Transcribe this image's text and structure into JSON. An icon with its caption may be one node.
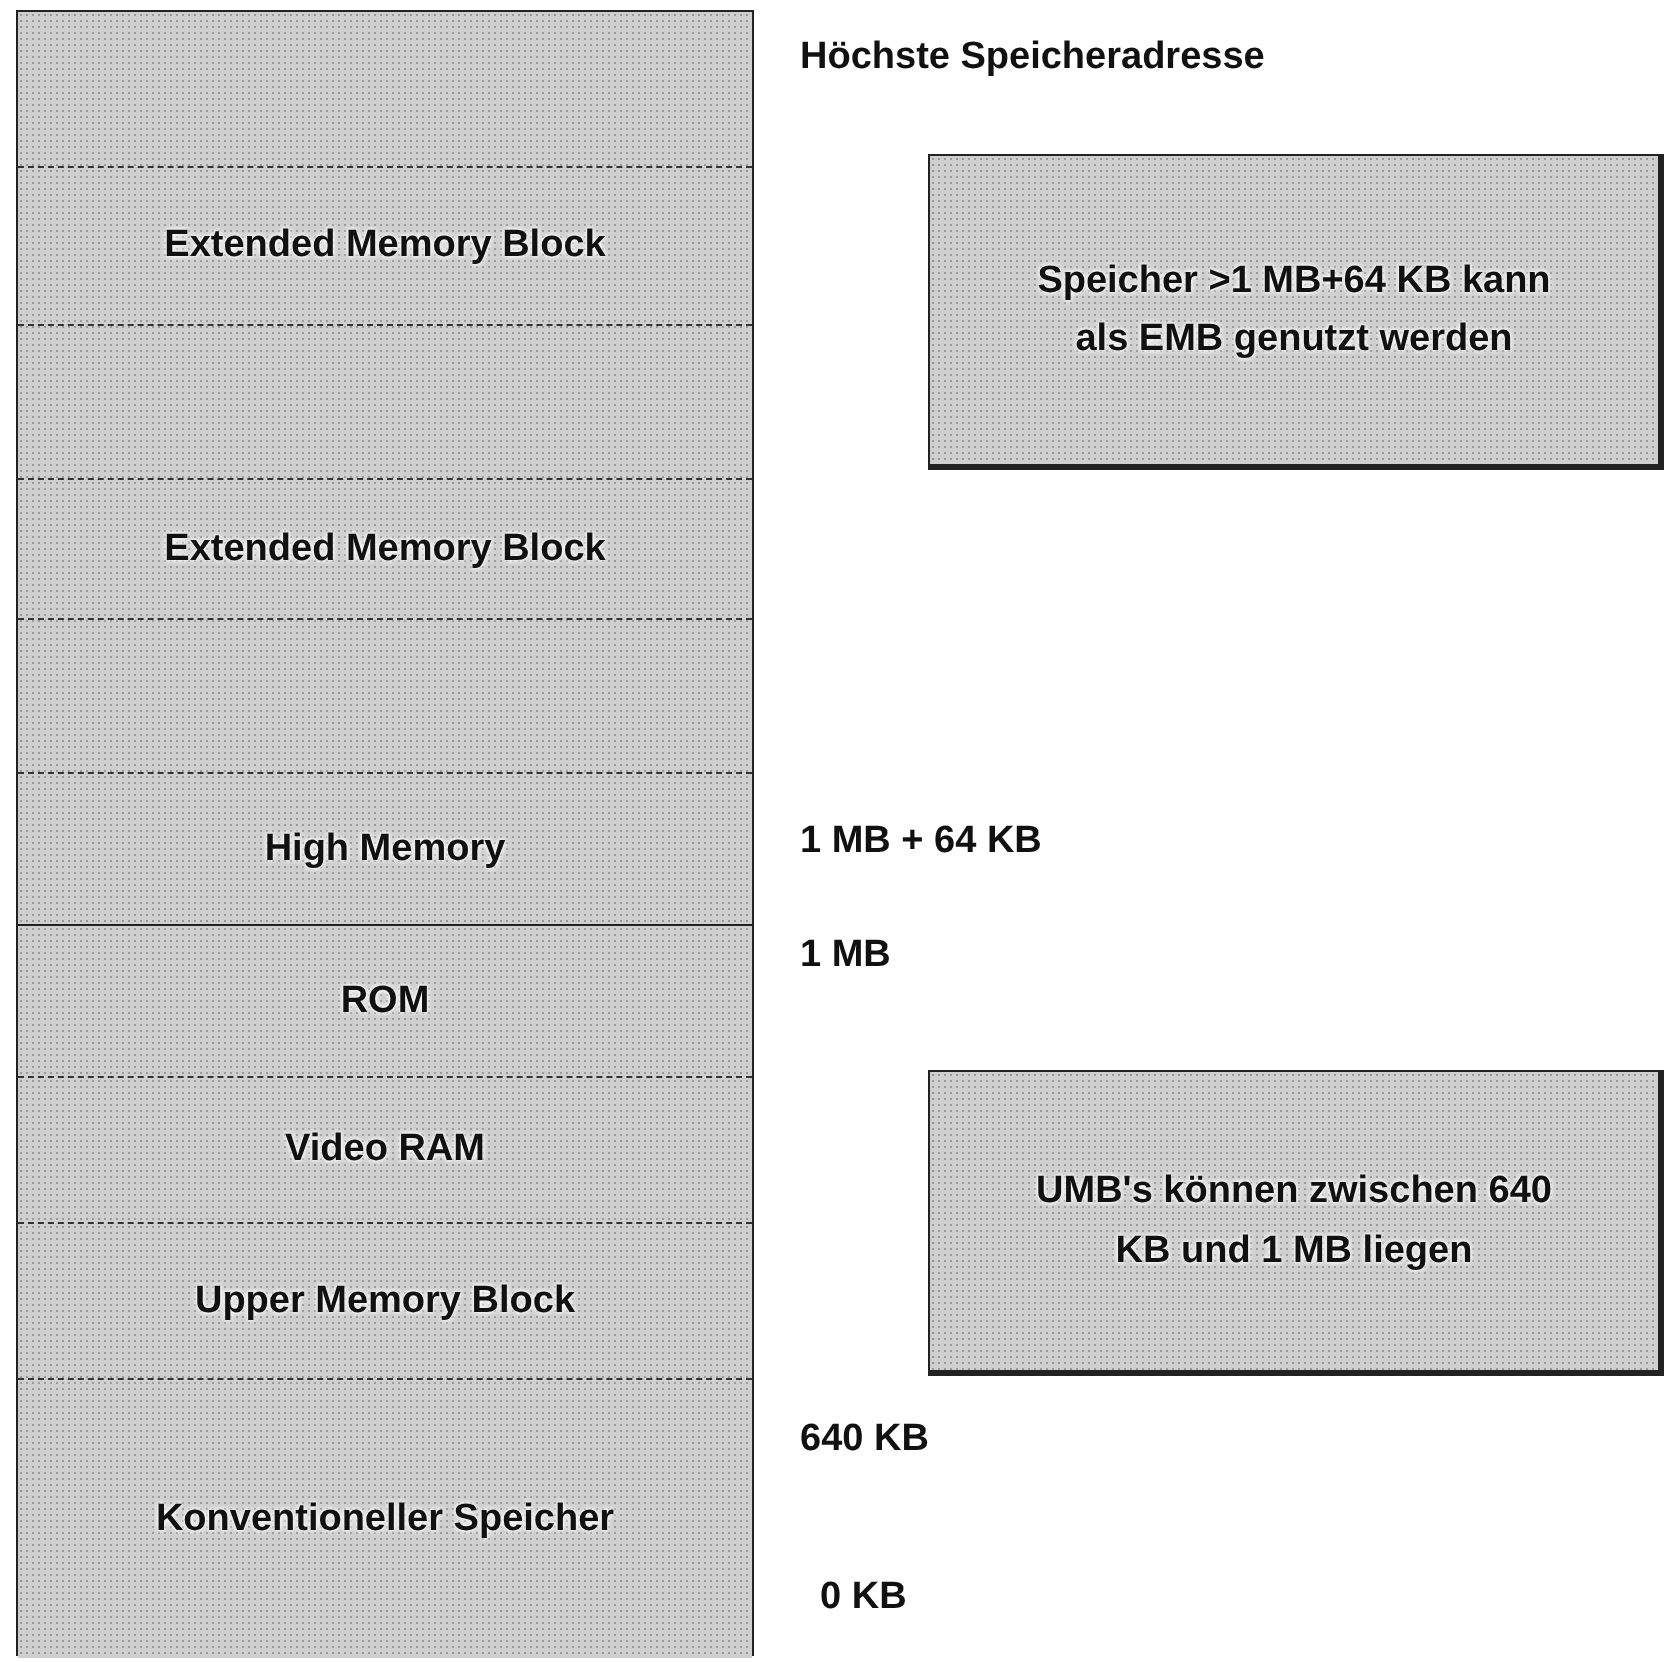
{
  "diagram": {
    "nodes": [
      {
        "text": [],
        "shape": "box"
      },
      {
        "text": [
          "Extended Memory Block"
        ],
        "in": 0
      },
      {
        "text": [
          "Extended Memory Block"
        ],
        "in": 0
      },
      {
        "text": [
          "High Memory"
        ],
        "in": 0
      },
      {
        "text": [
          "ROM"
        ],
        "in": 0
      },
      {
        "text": [
          "Video RAM"
        ],
        "in": 0
      },
      {
        "text": [
          "Upper Memory Block"
        ],
        "in": 0
      },
      {
        "text": [
          "Konventioneller Speicher"
        ],
        "in": 0
      },
      {
        "text": [
          "Speicher >1 MB+64 KB kann als EMB genutzt werden"
        ]
      },
      {
        "text": [
          "UMB's können zwischen 640 KB und 1 MB liegen"
        ]
      }
    ],
    "edges": [],
    "labels": [
      "Höchste Speicheradresse",
      "1 MB + 64 KB",
      "1 MB",
      "640 KB",
      "0 KB"
    ]
  }
}
